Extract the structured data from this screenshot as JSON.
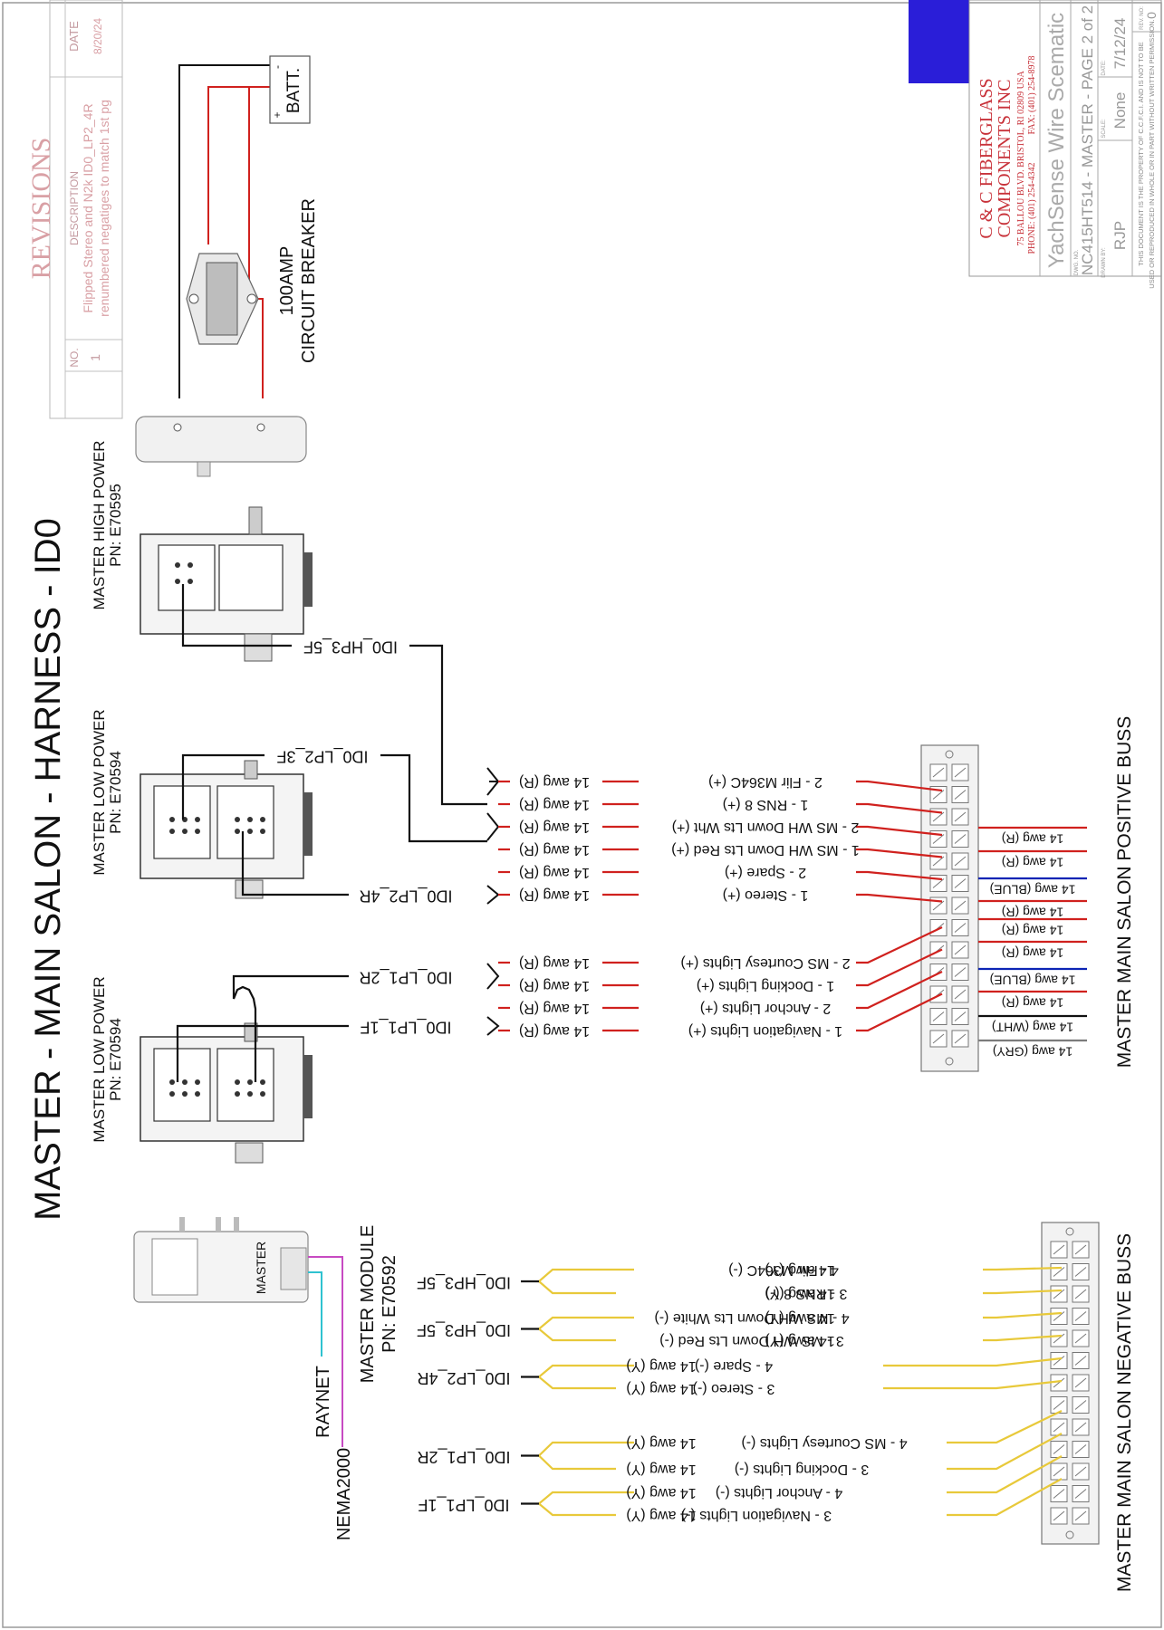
{
  "title": "MASTER - MAIN SALON - HARNESS - ID0",
  "colors": {
    "red": "#d0211e",
    "yellow": "#e8c93a",
    "black": "#111111",
    "blue": "#0c24b4",
    "grey": "#7b7b7b",
    "magenta": "#c74ac2",
    "cyan": "#2fc2d0",
    "accent": "#2a1ed8",
    "title_red": "#c8323a"
  },
  "revisions": {
    "heading": "REVISIONS",
    "col_no": "NO.",
    "col_description": "DESCRIPTION",
    "col_date": "DATE",
    "row_no": "1",
    "desc_line1": "Flipped Stereo and N2k ID0_LP2_4R",
    "desc_line2": "renumbered negatiges to match 1st pg",
    "date": "8/20/24"
  },
  "title_block": {
    "company": "C & C FIBERGLASS",
    "company2": "COMPONENTS INC",
    "address": "75 BALLOU BLVD. BRISTOL, RI 02809 USA",
    "phone": "PHONE: (401) 254-4342",
    "fax": "FAX: (401) 254-8978",
    "project": "YachSense Wire Scematic",
    "dwg_label": "DWG. NO.",
    "dwg_no": "NC415HT514 - MASTER - PAGE 2 of 2",
    "drawn_label": "DRAWN BY:",
    "drawn_by": "RJP",
    "scale_label": "SCALE:",
    "scale": "None",
    "date_label": "DATE:",
    "date": "7/12/24",
    "rev_label": "REV. NO:",
    "rev": "0",
    "notice1": "THIS DOCUMENT IS THE PROPERTY OF C.C.F.C.I. AND IS NOT TO BE",
    "notice2": "USED OR REPRODUCED IN WHOLE OR IN PART WITHOUT WRITTEN PERMISSION."
  },
  "power": {
    "battery": "BATT.",
    "plus": "+",
    "minus": "-",
    "breaker1": "100AMP",
    "breaker2": "CIRCUIT BREAKER"
  },
  "modules": {
    "high_name": "MASTER HIGH POWER",
    "high_pn": "PN: E70595",
    "low2_name": "MASTER LOW POWER",
    "low2_pn": "PN: E70594",
    "low1_name": "MASTER LOW POWER",
    "low1_pn": "PN: E70594",
    "master_name": "MASTER MODULE",
    "master_pn": "PN: E70592",
    "master_tag": "MASTER",
    "raynet": "RAYNET",
    "nema": "NEMA2000"
  },
  "connectors": {
    "hp3": "ID0_HP3_5F",
    "lp2_3f": "ID0_LP2_3F",
    "lp2_4r": "ID0_LP2_4R",
    "lp1_2r": "ID0_LP1_2R",
    "lp1_1f": "ID0_LP1_1F"
  },
  "positive": {
    "label": "MASTER MAIN SALON POSITIVE BUSS",
    "circuits": [
      {
        "name": "2 - Flir M364C (+)",
        "gauge": "14 awg (R)"
      },
      {
        "name": "1 - RNS 8 (+)",
        "gauge": "14 awg (R)"
      },
      {
        "name": "2 - MS WH Down Lts Wht (+)",
        "gauge": "14 awg (R)"
      },
      {
        "name": "1 - MS WH Down Lts Red (+)",
        "gauge": "14 awg (R)"
      },
      {
        "name": "2 - Spare  (+)",
        "gauge": "14 awg (R)"
      },
      {
        "name": "1 - Stereo (+)",
        "gauge": "14 awg (R)"
      },
      {
        "name": "2 - MS Courtesy Lights (+)",
        "gauge": "14 awg (R)"
      },
      {
        "name": "1 - Docking Lights (+)",
        "gauge": "14 awg (R)"
      },
      {
        "name": "2 - Anchor Lights (+)",
        "gauge": "14 awg (R)"
      },
      {
        "name": "1 - Navigation Lights (+)",
        "gauge": "14 awg (R)"
      }
    ],
    "feeds": [
      "14 awg (R)",
      "14 awg (R)",
      "14 awg (BLUE)",
      "14 awg (R)",
      "14 awg (R)",
      "14 awg (R)",
      "14 awg (BLUE)",
      "14 awg (R)",
      "14 awg (WHT)",
      "14 awg (GRY)"
    ]
  },
  "negative": {
    "label": "MASTER MAIN SALON NEGATIVE BUSS",
    "circuits": [
      {
        "name": "4 - Flir M364C (-)",
        "gauge": "14 awg (Y)"
      },
      {
        "name": "3 - RNS 8 (-)",
        "gauge": "14 awg (Y)"
      },
      {
        "name": "4 - MS WH Down Lts White (-)",
        "gauge": "14 awg (Y)"
      },
      {
        "name": "3 - MS WH Down Lts Red (-)",
        "gauge": "14 awg (Y)"
      },
      {
        "name": "4 - Spare (-)",
        "gauge": "14 awg (Y)"
      },
      {
        "name": "3 - Stereo (-)",
        "gauge": "14 awg (Y)"
      },
      {
        "name": "4 - MS Courtesy Lights (-)",
        "gauge": "14 awg (Y)"
      },
      {
        "name": "3 - Docking Lights (-)",
        "gauge": "14 awg (Y)"
      },
      {
        "name": "4 - Anchor Lights (-)",
        "gauge": "14 awg (Y)"
      },
      {
        "name": "3 - Navigation Lights (-)",
        "gauge": "14 awg (Y)"
      }
    ],
    "connectors": [
      "ID0_HP3_5F",
      "ID0_HP3_5F",
      "ID0_LP2_4R",
      "ID0_LP1_2R",
      "ID0_LP1_1F"
    ]
  }
}
